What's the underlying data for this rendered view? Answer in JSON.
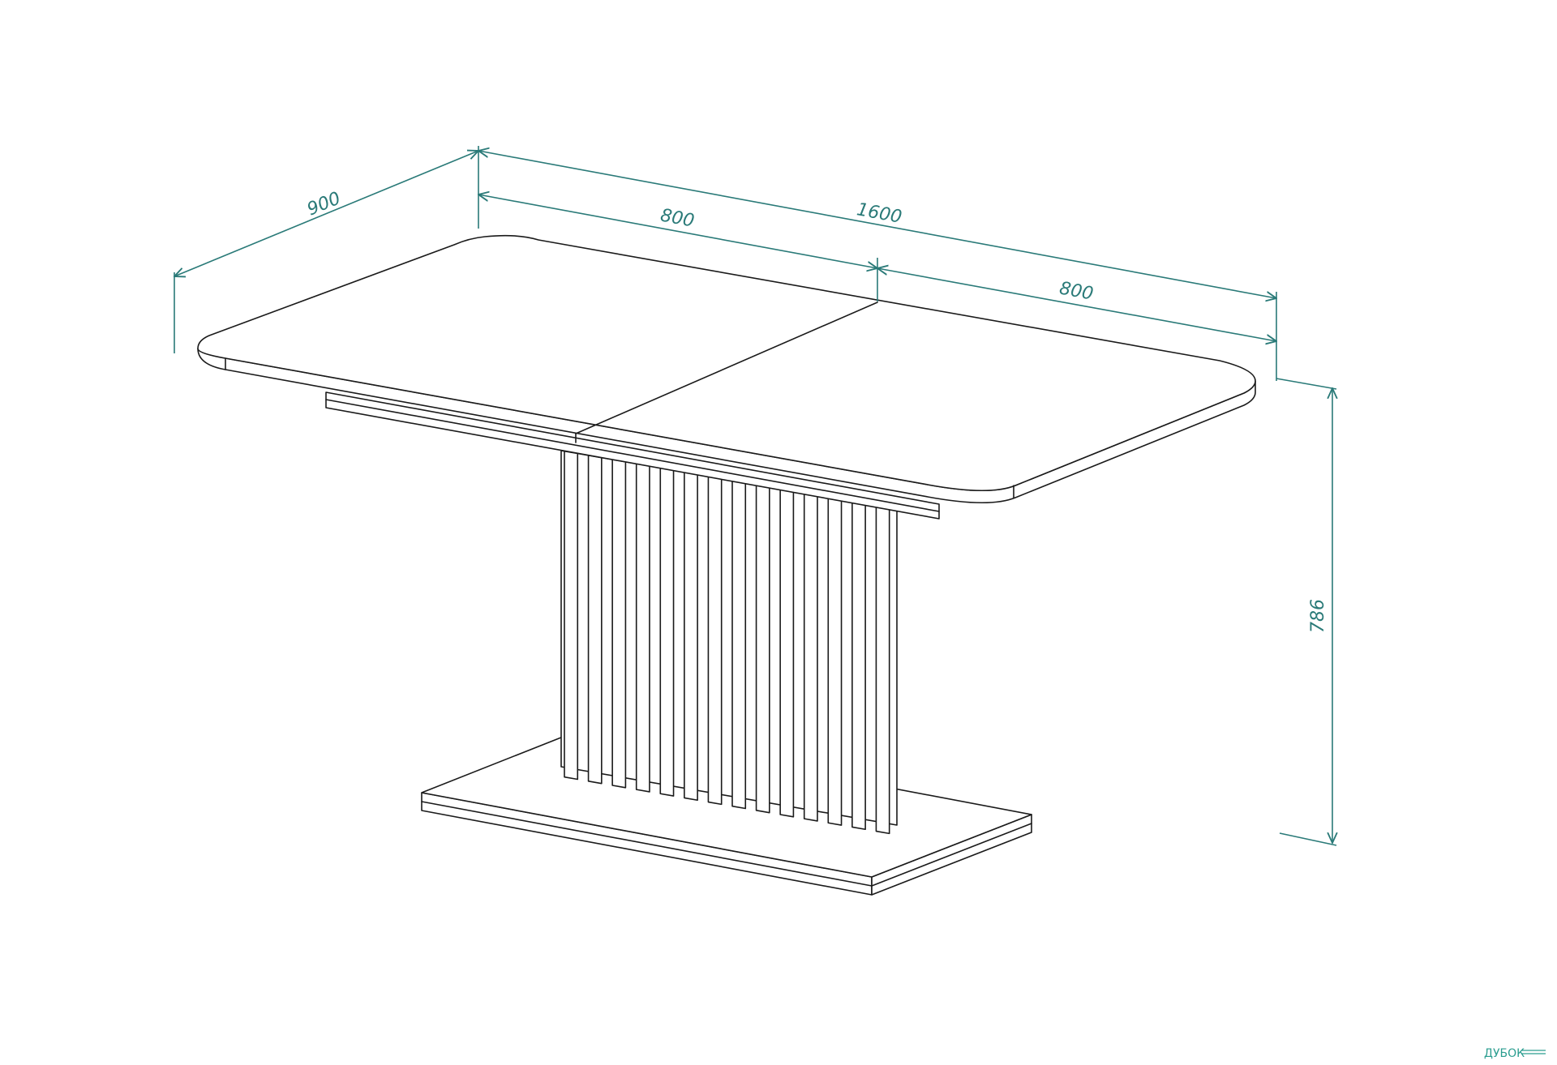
{
  "dimensions": {
    "depth": "900",
    "total_length": "1600",
    "left_section": "800",
    "right_section": "800",
    "height": "786"
  },
  "watermark": "ДУБОК",
  "colors": {
    "dimension_line": "#2a7a78",
    "outline": "#1a1a1a",
    "watermark": "#2a9d8f"
  }
}
